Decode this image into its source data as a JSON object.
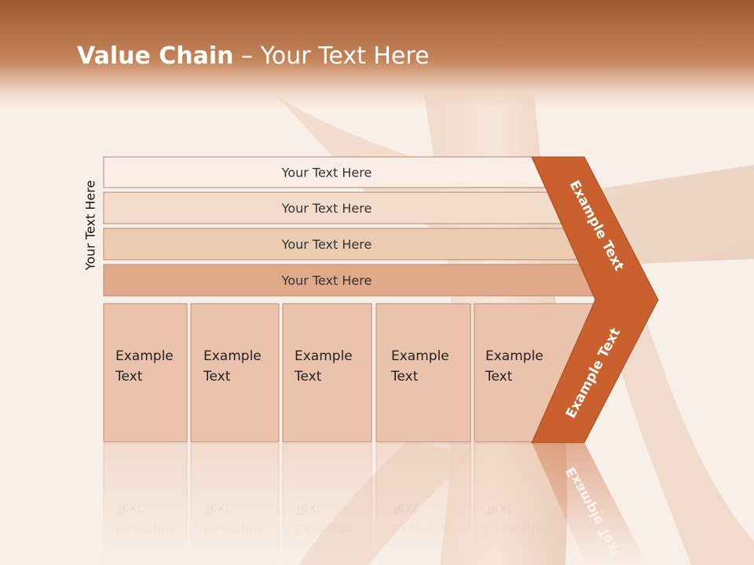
{
  "slide": {
    "title_bold": "Value Chain",
    "title_rest": " – Your Text Here",
    "side_label": "Your Text Here"
  },
  "bars": [
    {
      "label": "Your Text Here",
      "color": "#fbeee6"
    },
    {
      "label": "Your Text Here",
      "color": "#f3dccb"
    },
    {
      "label": "Your Text Here",
      "color": "#ebccb1"
    },
    {
      "label": "Your Text Here",
      "color": "#dfa98a"
    }
  ],
  "boxes": [
    {
      "line1": "Example",
      "line2": "Text"
    },
    {
      "line1": "Example",
      "line2": "Text"
    },
    {
      "line1": "Example",
      "line2": "Text"
    },
    {
      "line1": "Example",
      "line2": "Text"
    },
    {
      "line1": "Example",
      "line2": "Text"
    }
  ],
  "chevron": {
    "upper_label": "Example Text",
    "lower_label": "Example Text",
    "color": "#c9602e"
  },
  "colors": {
    "title_band": "#a8653a",
    "box_fill": "#ebc3ad",
    "box_stroke": "#b98b74",
    "bar_stroke": "#b58a73"
  }
}
